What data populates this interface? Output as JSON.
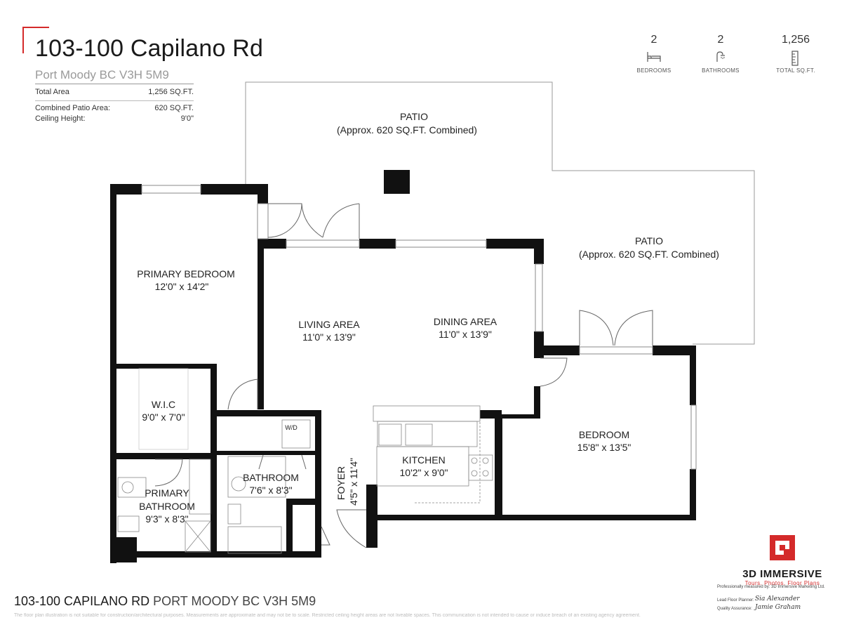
{
  "header": {
    "title": "103-100 Capilano Rd",
    "subtitle": "Port Moody BC V3H 5M9",
    "stats": [
      {
        "label": "Total Area",
        "value": "1,256 SQ.FT."
      },
      {
        "label": "Combined Patio Area:",
        "value": "620 SQ.FT."
      },
      {
        "label": "Ceiling Height:",
        "value": "9'0\""
      }
    ]
  },
  "summary": [
    {
      "value": "2",
      "caption": "BEDROOMS",
      "icon": "bed-icon"
    },
    {
      "value": "2",
      "caption": "BATHROOMS",
      "icon": "shower-icon"
    },
    {
      "value": "1,256",
      "caption": "TOTAL SQ.FT.",
      "icon": "ruler-icon"
    }
  ],
  "rooms": {
    "patio_top": {
      "name": "PATIO",
      "dims": "(Approx. 620 SQ.FT. Combined)"
    },
    "patio_right": {
      "name": "PATIO",
      "dims": "(Approx. 620 SQ.FT. Combined)"
    },
    "primary_bedroom": {
      "name": "PRIMARY BEDROOM",
      "dims": "12'0\" x 14'2\""
    },
    "living": {
      "name": "LIVING AREA",
      "dims": "11'0\" x 13'9\""
    },
    "dining": {
      "name": "DINING AREA",
      "dims": "11'0\" x 13'9\""
    },
    "wic": {
      "name": "W.I.C",
      "dims": "9'0\" x 7'0\""
    },
    "wd": {
      "name": "W/D"
    },
    "kitchen": {
      "name": "KITCHEN",
      "dims": "10'2\" x 9'0\""
    },
    "bedroom": {
      "name": "BEDROOM",
      "dims": "15'8\" x 13'5\""
    },
    "bathroom": {
      "name": "BATHROOM",
      "dims": "7'6\" x 8'3\""
    },
    "primary_bath": {
      "name1": "PRIMARY",
      "name2": "BATHROOM",
      "dims": "9'3\" x 8'3\""
    },
    "foyer": {
      "name": "FOYER",
      "dims": "4'5\" x 11'4\""
    }
  },
  "footer": {
    "address": "103-100 CAPILANO RD",
    "city": "PORT MOODY BC V3H 5M9",
    "disclaimer": "The floor plan illustration is not suitable for construction/architectural purposes. Measurements are approximate and may not be to scale. Restricted ceiling height areas are not liveable spaces. This communication is not intended to cause or induce breach of an existing agency agreement."
  },
  "brand": {
    "name": "3D IMMERSIVE",
    "tagline": "Tours. Photos. Floor Plans",
    "credit": "Professionally measured by: 3D Immersive Marketing Ltd.",
    "lead_label": "Lead Floor Planner:",
    "lead_sig": "Sia Alexander",
    "qa_label": "Quality Assurance:",
    "qa_sig": "Jamie Graham",
    "accent": "#d42a2a"
  }
}
